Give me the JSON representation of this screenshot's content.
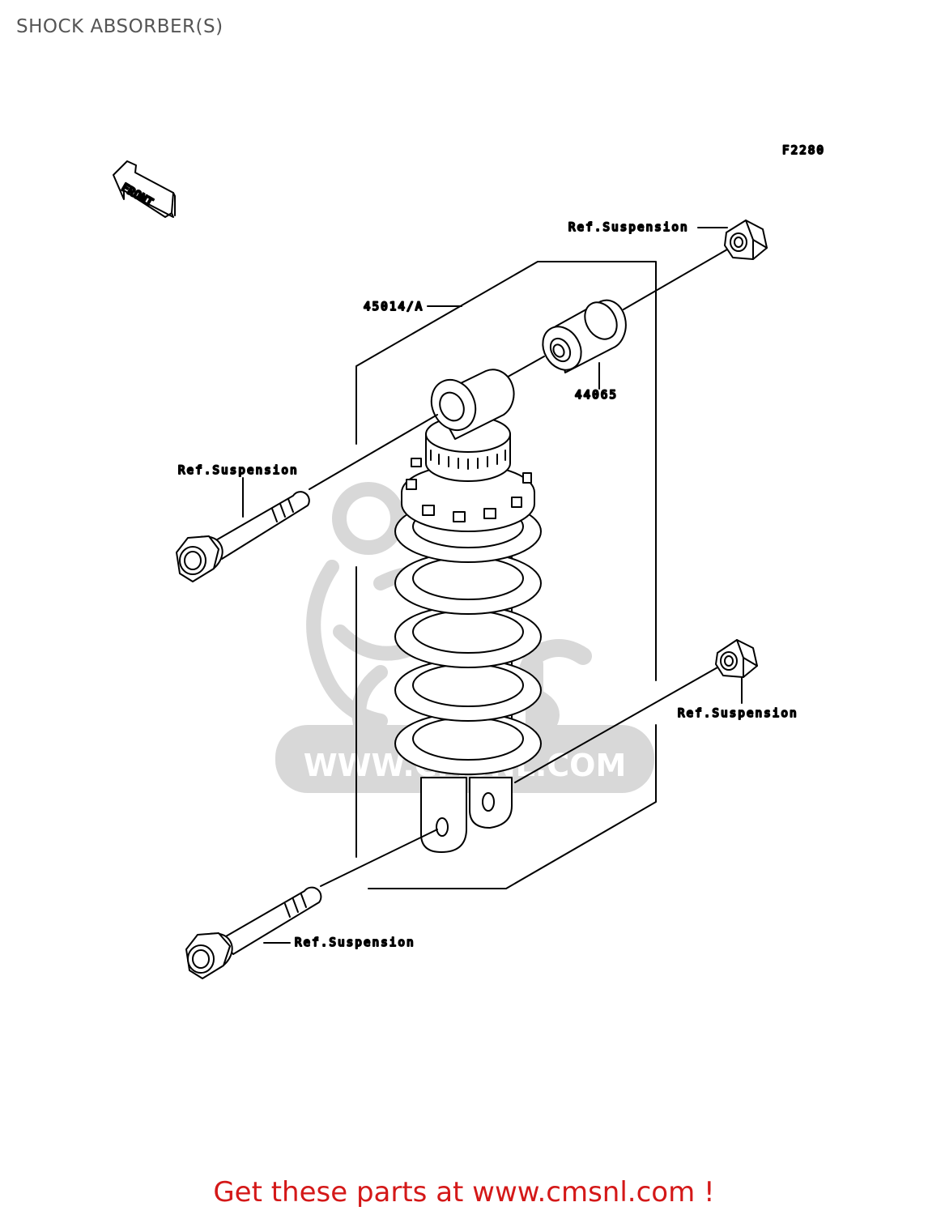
{
  "page": {
    "title": "SHOCK ABSORBER(S)",
    "figure_code": "F2280"
  },
  "front_marker": {
    "label": "FRONT",
    "icon": "front-arrow-icon"
  },
  "callouts": {
    "assembly_part_number": "45014/A",
    "bushing_part_number": "44065",
    "top_nut_ref": "Ref.Suspension",
    "upper_bolt_ref": "Ref.Suspension",
    "lower_nut_ref": "Ref.Suspension",
    "lower_bolt_ref": "Ref.Suspension"
  },
  "watermark": {
    "text": "WWW.CMSNL.COM",
    "color": "#d8d8d8"
  },
  "footer": {
    "cta_text": "Get these parts at www.cmsnl.com !",
    "cta_color": "#d41818"
  }
}
